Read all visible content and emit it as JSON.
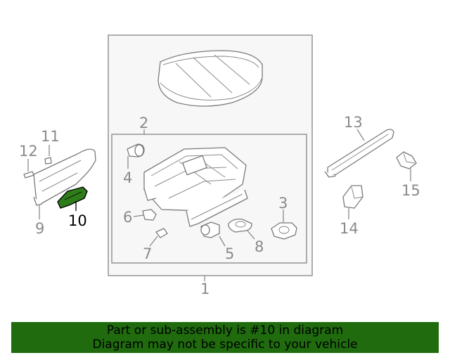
{
  "callouts": {
    "c1": "1",
    "c2": "2",
    "c3": "3",
    "c4": "4",
    "c5": "5",
    "c6": "6",
    "c7": "7",
    "c8": "8",
    "c9": "9",
    "c10": "10",
    "c11": "11",
    "c12": "12",
    "c13": "13",
    "c14": "14",
    "c15": "15"
  },
  "highlight": {
    "part_number": "10",
    "color": "#2e7d1a"
  },
  "banner": {
    "line1": "Part or sub-assembly is #10 in diagram",
    "line2": "Diagram may not be specific to your vehicle",
    "color": "#1f6b0e"
  }
}
